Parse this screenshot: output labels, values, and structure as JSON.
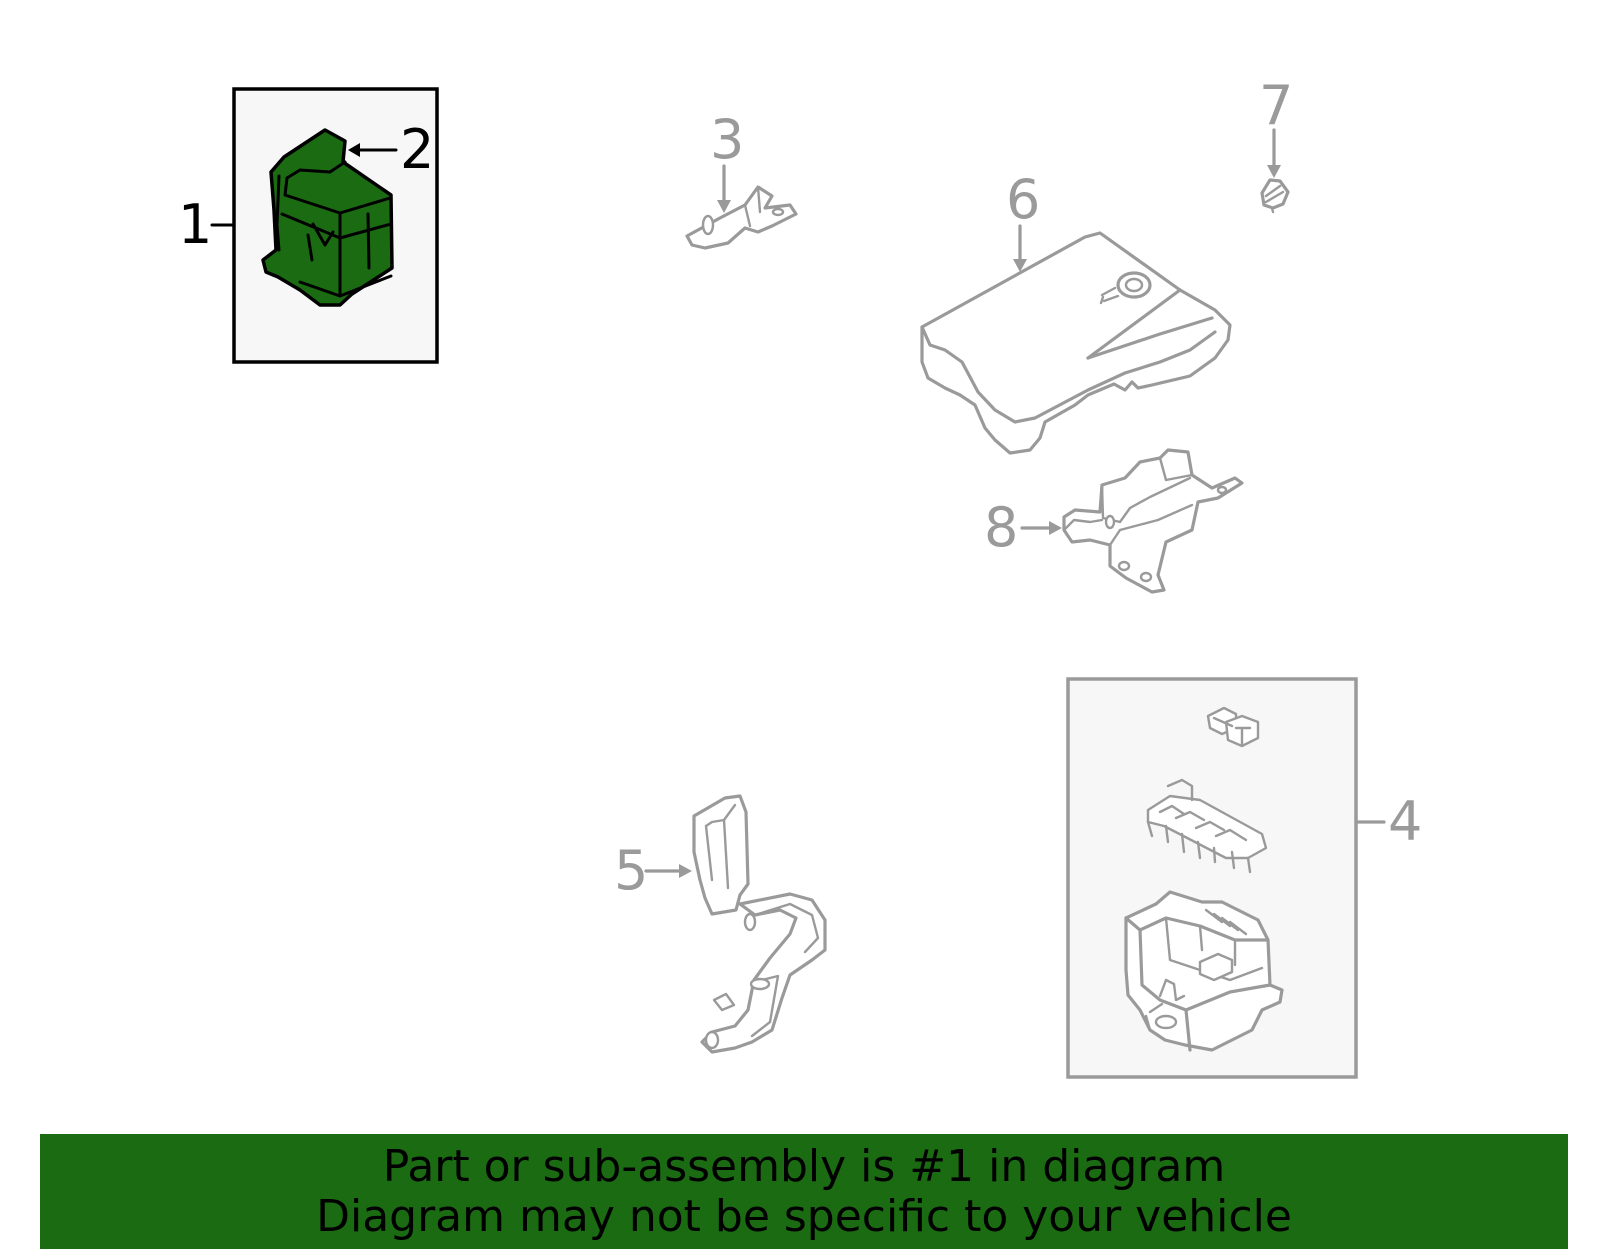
{
  "callouts": {
    "n1": "1",
    "n2": "2",
    "n3": "3",
    "n4": "4",
    "n5": "5",
    "n6": "6",
    "n7": "7",
    "n8": "8"
  },
  "highlight_color": "#1a6b12",
  "outline_color": "#9a9a9a",
  "banner": {
    "line1": "Part or sub-assembly is #1 in diagram",
    "line2": "Diagram may not be specific to your vehicle"
  }
}
